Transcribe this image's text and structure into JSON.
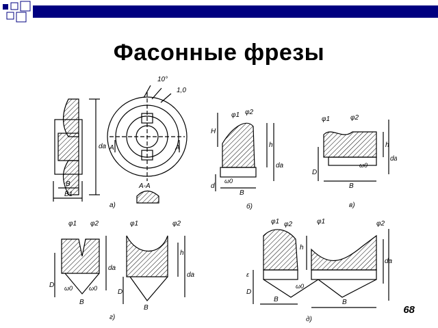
{
  "slide": {
    "title": "Фасонные фрезы",
    "page_number": "68",
    "accent_color": "#000080"
  },
  "figure": {
    "panels": [
      {
        "key": "a",
        "label": "а)"
      },
      {
        "key": "b",
        "label": "б)"
      },
      {
        "key": "v",
        "label": "в)"
      },
      {
        "key": "g",
        "label": "г)"
      },
      {
        "key": "d",
        "label": "д)"
      }
    ],
    "annotations": {
      "angle_10": "10°",
      "chamfer": "1,0",
      "section": "A-A",
      "section_mark": "A",
      "da": "da",
      "B": "B",
      "B1": "B1",
      "H": "H",
      "h": "h",
      "D": "D",
      "d": "d",
      "phi1": "φ1",
      "phi2": "φ2",
      "omega0": "ω0",
      "e": "ε"
    }
  }
}
